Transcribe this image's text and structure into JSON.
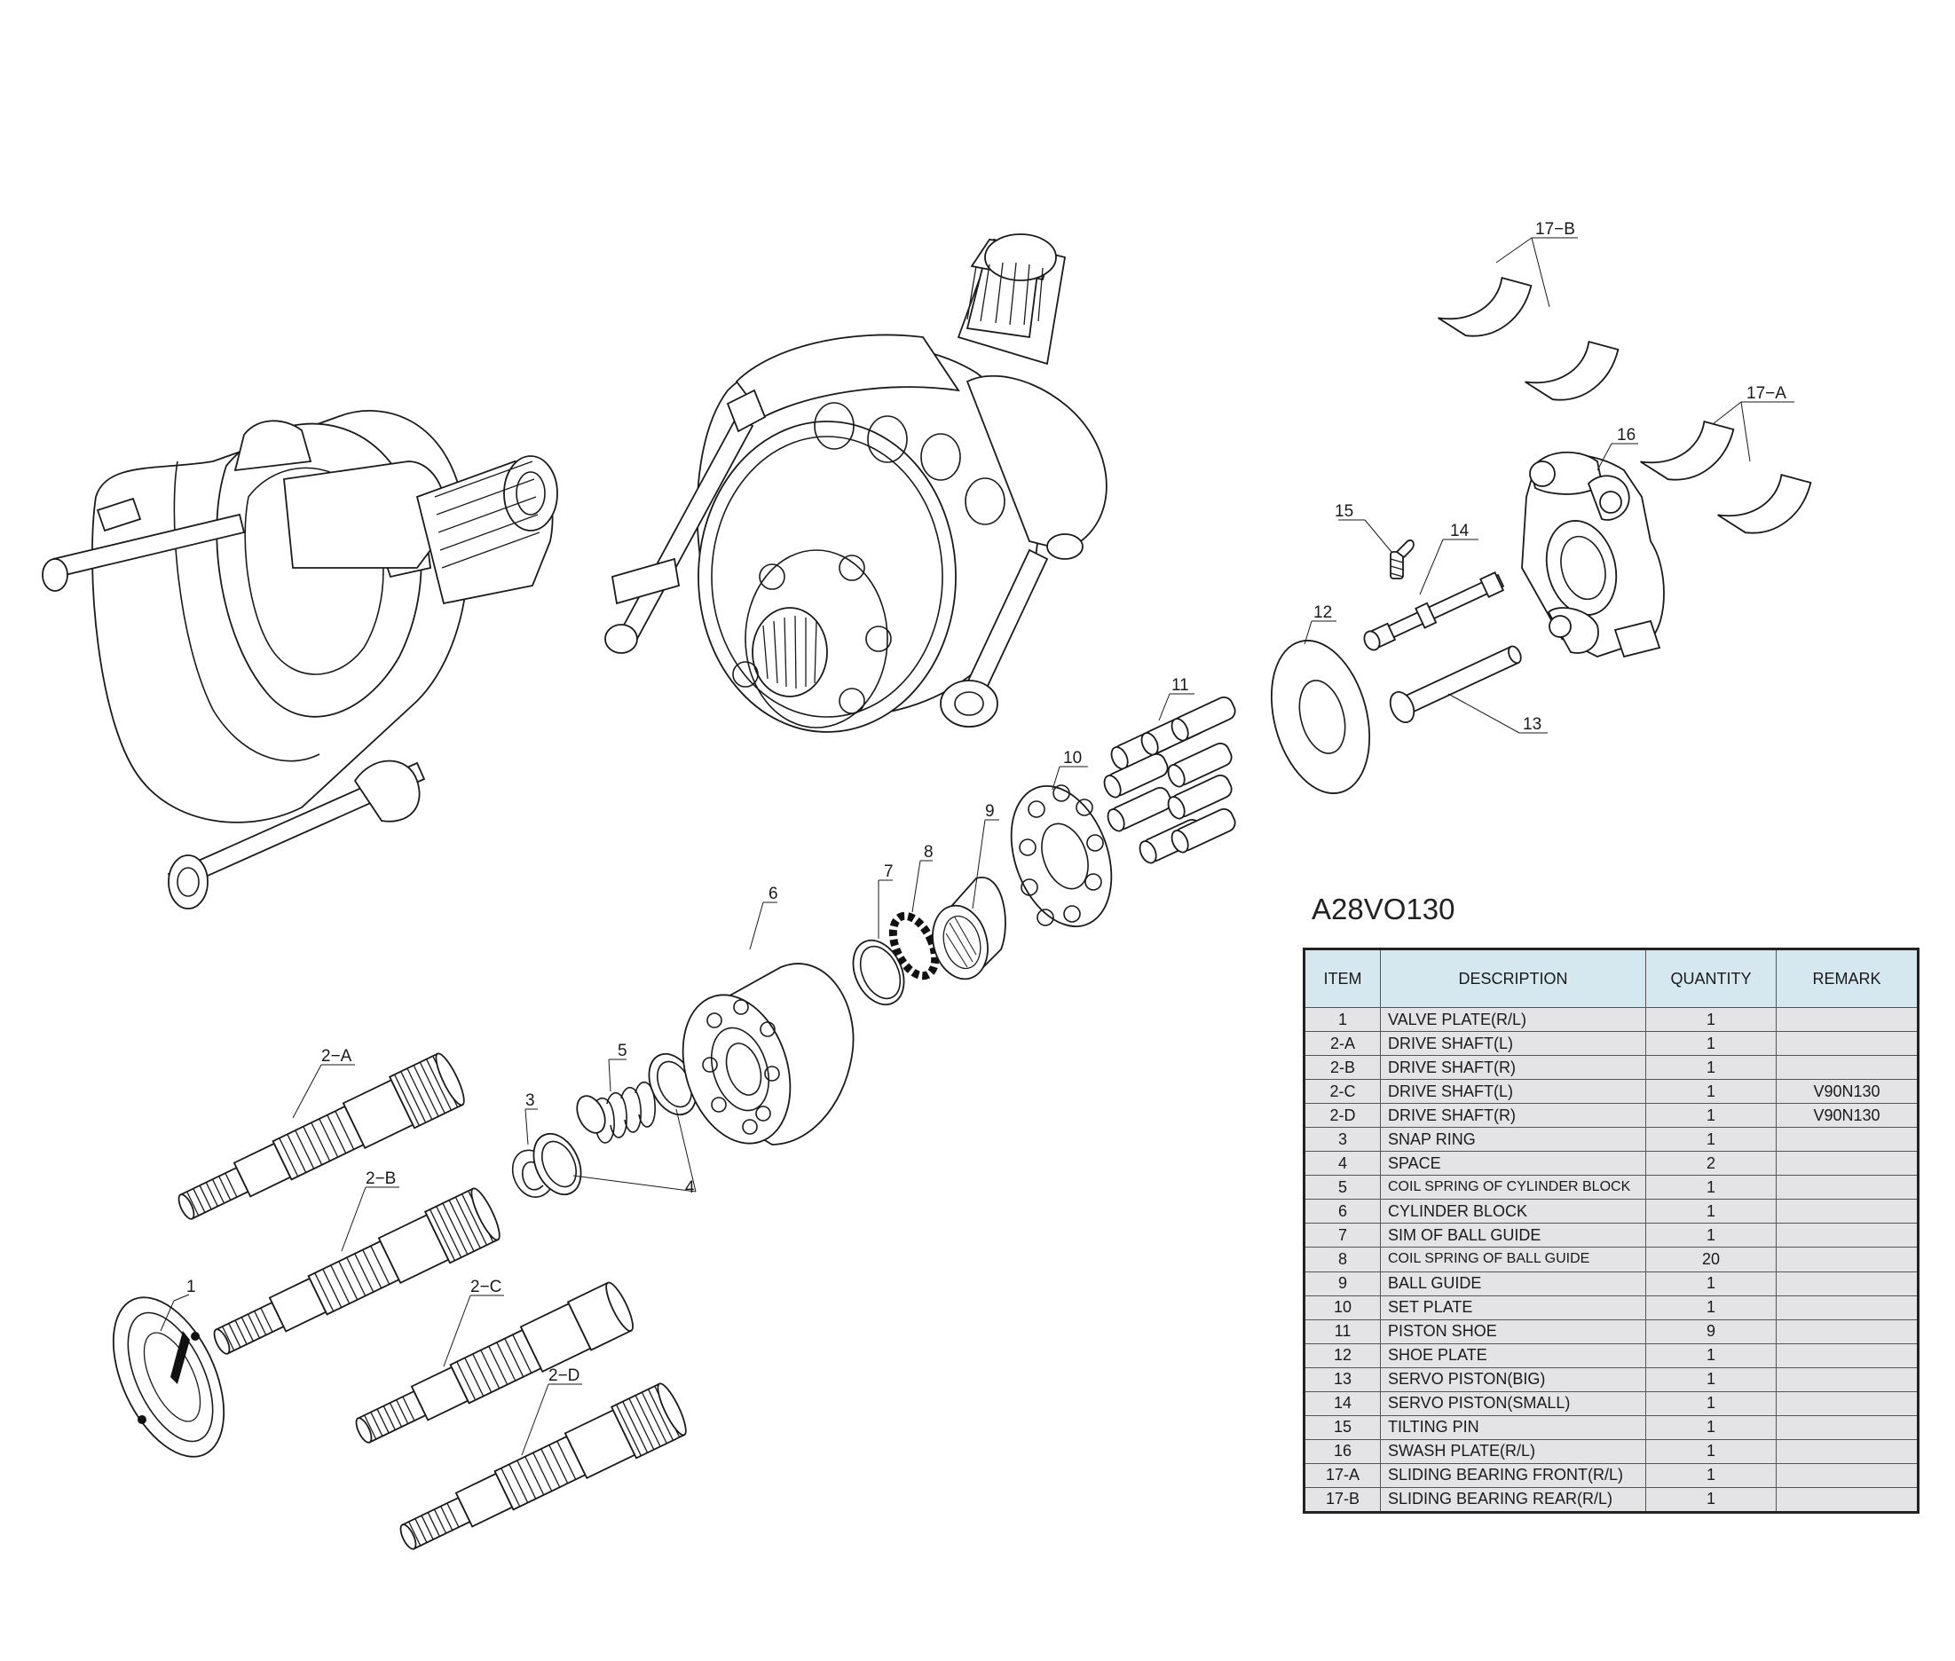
{
  "model": "A28VO130",
  "table": {
    "headers": {
      "item": "ITEM",
      "description": "DESCRIPTION",
      "quantity": "QUANTITY",
      "remark": "REMARK"
    },
    "rows": [
      {
        "item": "1",
        "description": "VALVE PLATE(R/L)",
        "quantity": "1",
        "remark": ""
      },
      {
        "item": "2-A",
        "description": "DRIVE SHAFT(L)",
        "quantity": "1",
        "remark": ""
      },
      {
        "item": "2-B",
        "description": "DRIVE SHAFT(R)",
        "quantity": "1",
        "remark": ""
      },
      {
        "item": "2-C",
        "description": "DRIVE SHAFT(L)",
        "quantity": "1",
        "remark": "V90N130"
      },
      {
        "item": "2-D",
        "description": "DRIVE SHAFT(R)",
        "quantity": "1",
        "remark": "V90N130"
      },
      {
        "item": "3",
        "description": "SNAP RING",
        "quantity": "1",
        "remark": ""
      },
      {
        "item": "4",
        "description": "SPACE",
        "quantity": "2",
        "remark": ""
      },
      {
        "item": "5",
        "description": "COIL SPRING OF CYLINDER BLOCK",
        "quantity": "1",
        "remark": ""
      },
      {
        "item": "6",
        "description": "CYLINDER BLOCK",
        "quantity": "1",
        "remark": ""
      },
      {
        "item": "7",
        "description": "SIM OF BALL GUIDE",
        "quantity": "1",
        "remark": ""
      },
      {
        "item": "8",
        "description": "COIL SPRING OF BALL GUIDE",
        "quantity": "20",
        "remark": ""
      },
      {
        "item": "9",
        "description": "BALL GUIDE",
        "quantity": "1",
        "remark": ""
      },
      {
        "item": "10",
        "description": "SET PLATE",
        "quantity": "1",
        "remark": ""
      },
      {
        "item": "11",
        "description": "PISTON SHOE",
        "quantity": "9",
        "remark": ""
      },
      {
        "item": "12",
        "description": "SHOE PLATE",
        "quantity": "1",
        "remark": ""
      },
      {
        "item": "13",
        "description": "SERVO PISTON(BIG)",
        "quantity": "1",
        "remark": ""
      },
      {
        "item": "14",
        "description": "SERVO PISTON(SMALL)",
        "quantity": "1",
        "remark": ""
      },
      {
        "item": "15",
        "description": "TILTING PIN",
        "quantity": "1",
        "remark": ""
      },
      {
        "item": "16",
        "description": "SWASH PLATE(R/L)",
        "quantity": "1",
        "remark": ""
      },
      {
        "item": "17-A",
        "description": "SLIDING BEARING FRONT(R/L)",
        "quantity": "1",
        "remark": ""
      },
      {
        "item": "17-B",
        "description": "SLIDING BEARING REAR(R/L)",
        "quantity": "1",
        "remark": ""
      }
    ]
  },
  "callouts": {
    "c1": "1",
    "c2a": "2−A",
    "c2b": "2−B",
    "c2c": "2−C",
    "c2d": "2−D",
    "c3": "3",
    "c4": "4",
    "c5": "5",
    "c6": "6",
    "c7": "7",
    "c8": "8",
    "c9": "9",
    "c10": "10",
    "c11": "11",
    "c12": "12",
    "c13": "13",
    "c14": "14",
    "c15": "15",
    "c16": "16",
    "c17a": "17−A",
    "c17b": "17−B"
  }
}
